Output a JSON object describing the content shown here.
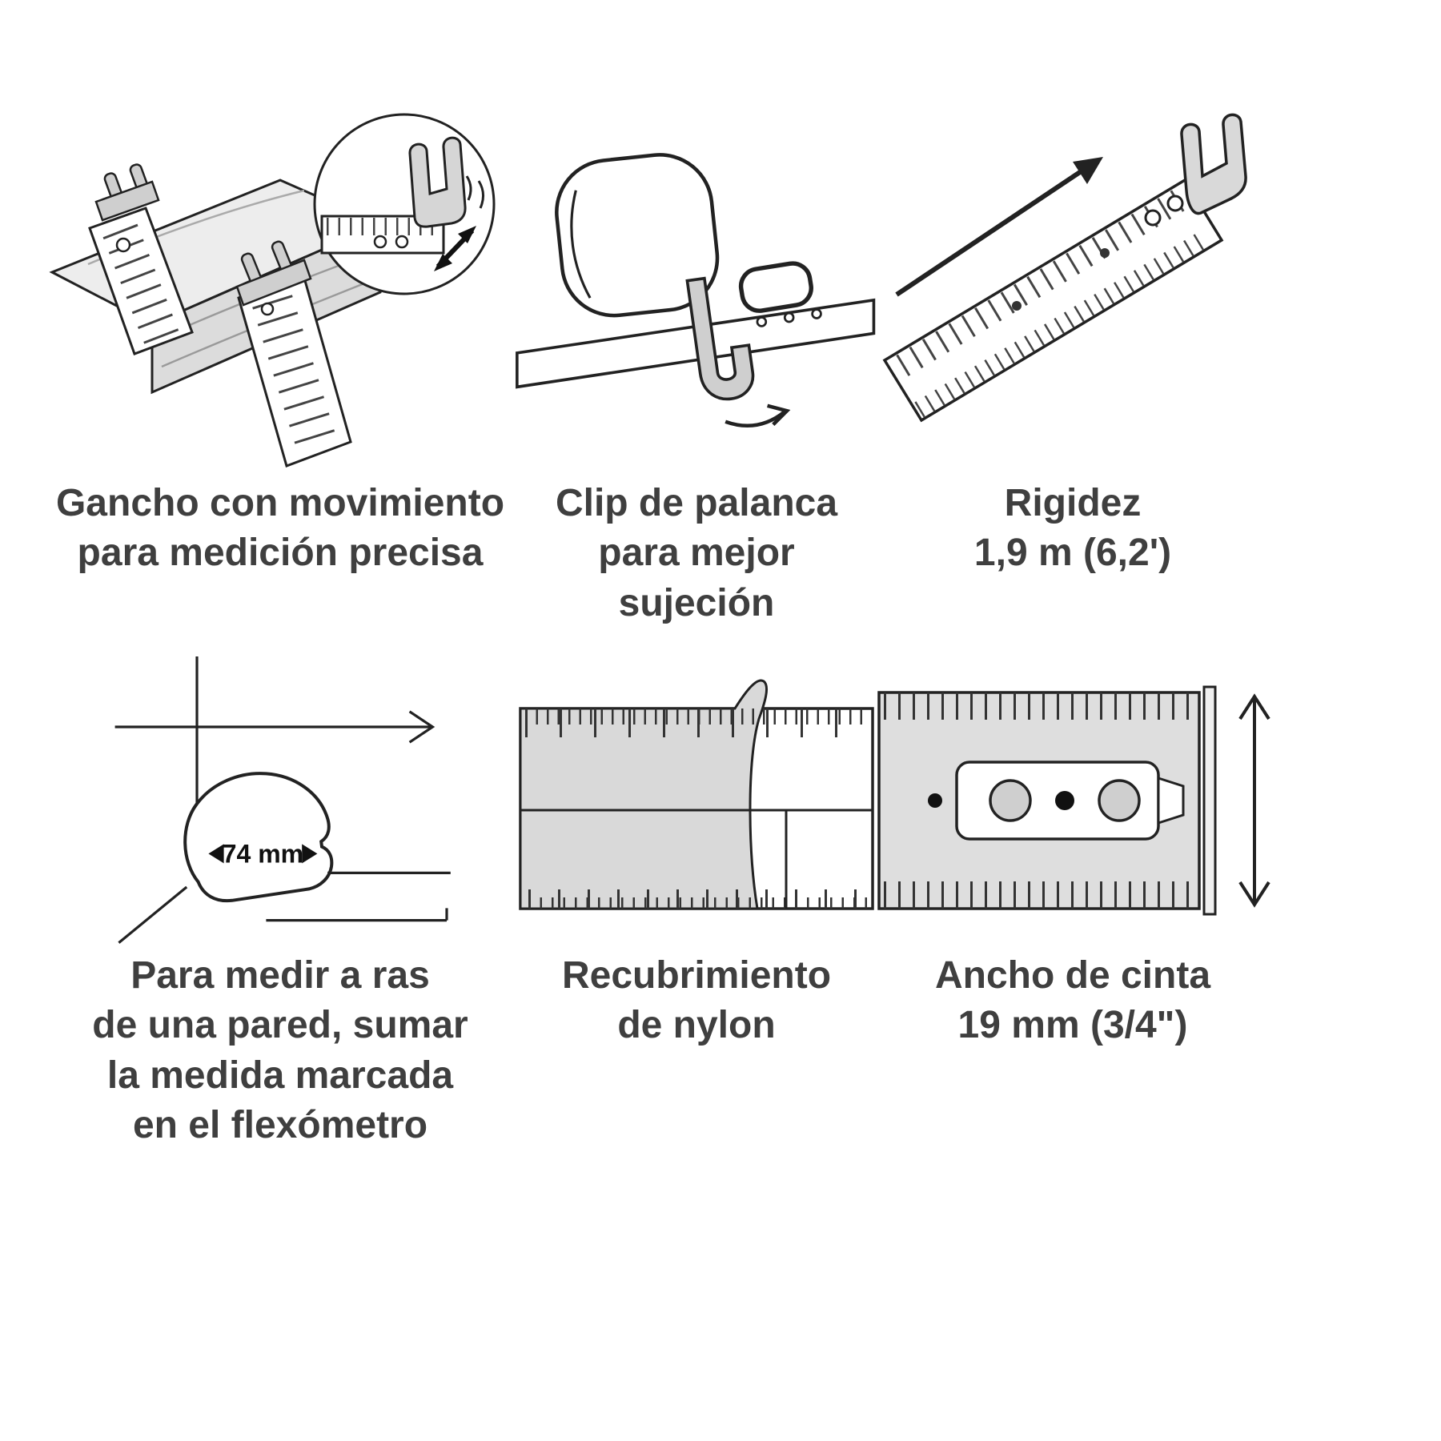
{
  "page": {
    "background": "#ffffff",
    "colors": {
      "text": "#3f3f3f",
      "line": "#222222",
      "gray_fill": "#d9d9d9"
    }
  },
  "features": [
    {
      "id": "gancho",
      "caption_lines": [
        "Gancho con movimiento",
        "para medición precisa"
      ]
    },
    {
      "id": "clip",
      "caption_lines": [
        "Clip de palanca",
        "para mejor",
        "sujeción"
      ]
    },
    {
      "id": "rigidez",
      "caption_lines": [
        "Rigidez",
        "1,9 m (6,2')"
      ]
    },
    {
      "id": "ras",
      "caption_lines": [
        "Para medir a ras",
        "de una pared, sumar",
        "la medida marcada",
        "en el flexómetro"
      ],
      "measure_label": "74 mm"
    },
    {
      "id": "nylon",
      "caption_lines": [
        "Recubrimiento",
        "de nylon"
      ]
    },
    {
      "id": "ancho",
      "caption_lines": [
        "Ancho de cinta",
        "19 mm (3/4\")"
      ]
    }
  ]
}
